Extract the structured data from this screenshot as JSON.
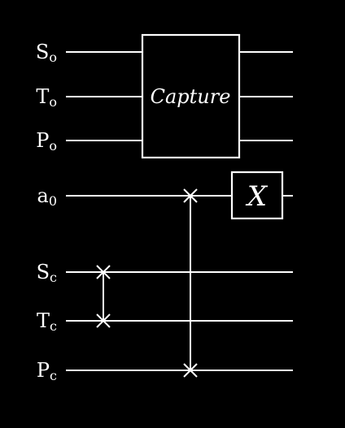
{
  "qubits": [
    {
      "id": "So",
      "name": "S",
      "sub": "o"
    },
    {
      "id": "To",
      "name": "T",
      "sub": "o"
    },
    {
      "id": "Po",
      "name": "P",
      "sub": "o"
    },
    {
      "id": "a0",
      "name": "a",
      "sub": "0"
    },
    {
      "id": "Sc",
      "name": "S",
      "sub": "c"
    },
    {
      "id": "Tc",
      "name": "T",
      "sub": "c"
    },
    {
      "id": "Pc",
      "name": "P",
      "sub": "c"
    }
  ],
  "gates": {
    "capture": {
      "label": "Capture",
      "targets": [
        "So",
        "To",
        "Po"
      ]
    },
    "x": {
      "label": "X",
      "target": "a0"
    }
  },
  "swaps": [
    {
      "targets": [
        "Sc",
        "Tc"
      ],
      "order": 1
    },
    {
      "targets": [
        "a0",
        "Pc"
      ],
      "order": 2
    }
  ],
  "colors": {
    "background": "#000000",
    "foreground": "#ffffff"
  }
}
